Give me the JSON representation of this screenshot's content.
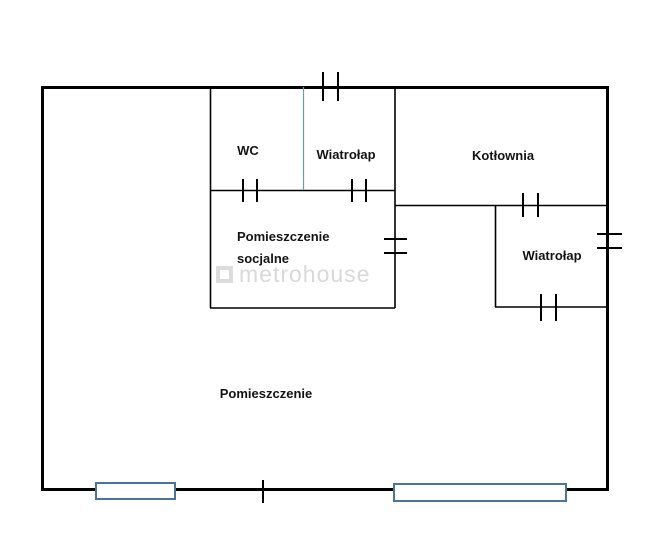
{
  "plan": {
    "watermark": {
      "text": "metrohouse",
      "color": "#d9d9d9"
    },
    "rooms": [
      {
        "id": "wc",
        "label": "WC"
      },
      {
        "id": "wiatrolap-top",
        "label": "Wiatrołap"
      },
      {
        "id": "kotlownia",
        "label": "Kotłownia"
      },
      {
        "id": "pomieszczenie-socjalne",
        "label_line1": "Pomieszczenie",
        "label_line2": "socjalne"
      },
      {
        "id": "wiatrolap-right",
        "label": "Wiatrołap"
      },
      {
        "id": "pomieszczenie",
        "label": "Pomieszczenie"
      }
    ],
    "colors": {
      "wall": "#000000",
      "window_frame": "#4a7596",
      "wc_divider": "#6f9c9c",
      "watermark": "#d9d9d9"
    }
  }
}
